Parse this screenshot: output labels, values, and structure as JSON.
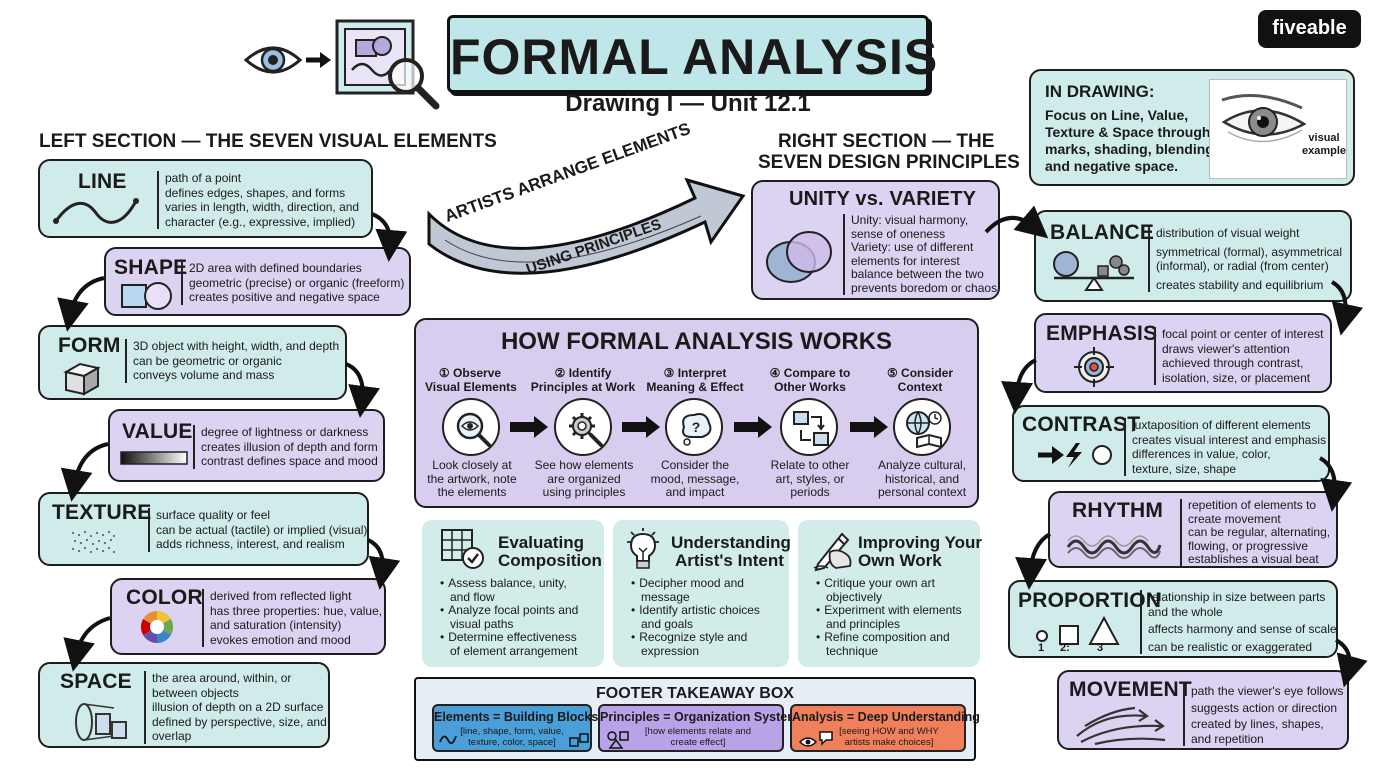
{
  "header": {
    "title": "FORMAL ANALYSIS",
    "subtitle": "Drawing I — Unit 12.1",
    "brand": "fiveable",
    "icons": [
      "eye-icon",
      "arrow-right-icon",
      "framed-artwork-icon",
      "magnifier-icon"
    ]
  },
  "left_section": {
    "heading": "LEFT SECTION — THE SEVEN VISUAL ELEMENTS",
    "elements": [
      {
        "title": "LINE",
        "lines": [
          "path of a point",
          "defines edges, shapes, and forms",
          "varies in length, width, direction, and",
          "character (e.g., expressive, implied)"
        ]
      },
      {
        "title": "SHAPE",
        "lines": [
          "2D area with defined boundaries",
          "geometric (precise) or organic (freeform)",
          "creates positive and negative space"
        ]
      },
      {
        "title": "FORM",
        "lines": [
          "3D object with height, width, and depth",
          "can be geometric or organic",
          "conveys volume and mass"
        ]
      },
      {
        "title": "VALUE",
        "lines": [
          "degree of lightness or darkness",
          "creates illusion of depth and form",
          "contrast defines space and mood"
        ]
      },
      {
        "title": "TEXTURE",
        "lines": [
          "surface quality or feel",
          "can be actual (tactile) or implied (visual)",
          "adds richness, interest, and realism"
        ]
      },
      {
        "title": "COLOR",
        "lines": [
          "derived from reflected light",
          "has three properties: hue, value,",
          "and saturation (intensity)",
          "evokes emotion and mood"
        ]
      },
      {
        "title": "SPACE",
        "lines": [
          "the area around, within, or",
          "between objects",
          "illusion of depth on a 2D surface",
          "defined by perspective, size, and",
          "overlap"
        ]
      }
    ]
  },
  "banner_arrow": {
    "line1": "ARTISTS ARRANGE ELEMENTS",
    "line2": "USING PRINCIPLES"
  },
  "right_section": {
    "heading_line1": "RIGHT SECTION — THE",
    "heading_line2": "SEVEN DESIGN PRINCIPLES",
    "unity": {
      "title": "UNITY vs. VARIETY",
      "lines": [
        "Unity: visual harmony,",
        "sense of oneness",
        "Variety: use of different",
        "elements for interest",
        "balance between the two",
        "prevents boredom or chaos"
      ]
    },
    "principles": [
      {
        "title": "BALANCE",
        "lines": [
          "distribution of visual weight",
          "symmetrical (formal), asymmetrical",
          "(informal), or radial (from center)",
          "creates stability and equilibrium"
        ]
      },
      {
        "title": "EMPHASIS",
        "lines": [
          "focal point or center of interest",
          "draws viewer's attention",
          "achieved through contrast,",
          "isolation, size, or placement"
        ]
      },
      {
        "title": "CONTRAST",
        "lines": [
          "juxtaposition of different elements",
          "creates visual interest and emphasis",
          "differences in value, color,",
          "texture, size, shape"
        ]
      },
      {
        "title": "RHYTHM",
        "lines": [
          "repetition of elements to",
          "create movement",
          "can be regular, alternating,",
          "flowing, or progressive",
          "establishes a visual beat"
        ]
      },
      {
        "title": "PROPORTION",
        "lines": [
          "relationship in size between parts",
          "and the whole",
          "affects harmony and sense of scale",
          "can be realistic or exaggerated"
        ],
        "ratio_labels": [
          "1",
          "2:",
          "3"
        ]
      },
      {
        "title": "MOVEMENT",
        "lines": [
          "path the viewer's eye follows",
          "suggests action or direction",
          "created by lines, shapes,",
          "and repetition"
        ]
      }
    ]
  },
  "in_drawing": {
    "title": "IN DRAWING:",
    "lines": [
      "Focus on Line, Value,",
      "Texture & Space through",
      "marks, shading, blending,",
      "and negative space."
    ],
    "caption_line1": "visual",
    "caption_line2": "example"
  },
  "how_it_works": {
    "title": "HOW FORMAL ANALYSIS WORKS",
    "steps": [
      {
        "num": "①",
        "label1": "Observe",
        "label2": "Visual Elements",
        "icon": "magnifier-eye-icon",
        "desc": [
          "Look closely at",
          "the artwork, note",
          "the elements"
        ]
      },
      {
        "num": "②",
        "label1": "Identify",
        "label2": "Principles at Work",
        "icon": "gear-magnifier-icon",
        "desc": [
          "See how elements",
          "are organized",
          "using principles"
        ]
      },
      {
        "num": "③",
        "label1": "Interpret",
        "label2": "Meaning & Effect",
        "icon": "thought-bubble-icon",
        "desc": [
          "Consider the",
          "mood, message,",
          "and impact"
        ]
      },
      {
        "num": "④",
        "label1": "Compare to",
        "label2": "Other Works",
        "icon": "compare-frames-icon",
        "desc": [
          "Relate to other",
          "art, styles, or",
          "periods"
        ]
      },
      {
        "num": "⑤",
        "label1": "Consider",
        "label2": "Context",
        "icon": "globe-book-icon",
        "desc": [
          "Analyze cultural,",
          "historical, and",
          "personal context"
        ]
      }
    ]
  },
  "benefits": [
    {
      "title1": "Evaluating",
      "title2": "Composition",
      "icon": "grid-check-icon",
      "items": [
        [
          "Assess balance, unity,",
          "and flow"
        ],
        [
          "Analyze focal points and",
          "visual paths"
        ],
        [
          "Determine effectiveness",
          "of element arrangement"
        ]
      ]
    },
    {
      "title1": "Understanding",
      "title2": "Artist's Intent",
      "icon": "lightbulb-icon",
      "items": [
        [
          "Decipher mood and",
          "message"
        ],
        [
          "Identify artistic choices",
          "and goals"
        ],
        [
          "Recognize style and",
          "expression"
        ]
      ]
    },
    {
      "title1": "Improving Your",
      "title2": "Own Work",
      "icon": "pencil-hand-icon",
      "items": [
        [
          "Critique your own art",
          "objectively"
        ],
        [
          "Experiment with elements",
          "and principles"
        ],
        [
          "Refine composition and",
          "technique"
        ]
      ]
    }
  ],
  "footer": {
    "title": "FOOTER TAKEAWAY BOX",
    "boxes": [
      {
        "title": "Elements = Building Blocks",
        "sub": [
          "[line, shape, form, value,",
          "texture, color, space]"
        ],
        "color": "#4a9fd8"
      },
      {
        "title": "Principles = Organization System",
        "sub": [
          "[how elements relate and",
          "create effect]"
        ],
        "color": "#b9a3e8"
      },
      {
        "title": "Analysis = Deep Understanding",
        "sub": [
          "[seeing HOW and WHY",
          "artists make choices]"
        ],
        "color": "#f0805c"
      }
    ]
  },
  "colors": {
    "teal": "#cfecea",
    "lavender": "#dcd2f1",
    "title_bg": "#bfe6e8",
    "footer_bg": "#e8eef6"
  }
}
